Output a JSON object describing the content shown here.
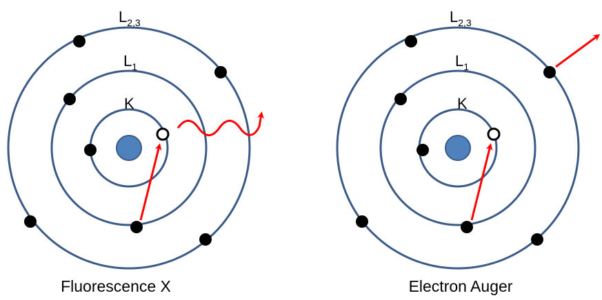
{
  "panels": [
    {
      "caption": "Fluorescence X",
      "shells": {
        "k": "K",
        "l1": {
          "main": "L",
          "sub": "1"
        },
        "l23": {
          "main": "L",
          "sub": "2,3"
        }
      }
    },
    {
      "caption": "Electron Auger",
      "shells": {
        "k": "K",
        "l1": {
          "main": "L",
          "sub": "1"
        },
        "l23": {
          "main": "L",
          "sub": "2,3"
        }
      }
    }
  ],
  "colors": {
    "orbit": "#3A5A87",
    "nucleus": "#4F81BD",
    "electron": "#000000",
    "transition": "#FF0000"
  }
}
